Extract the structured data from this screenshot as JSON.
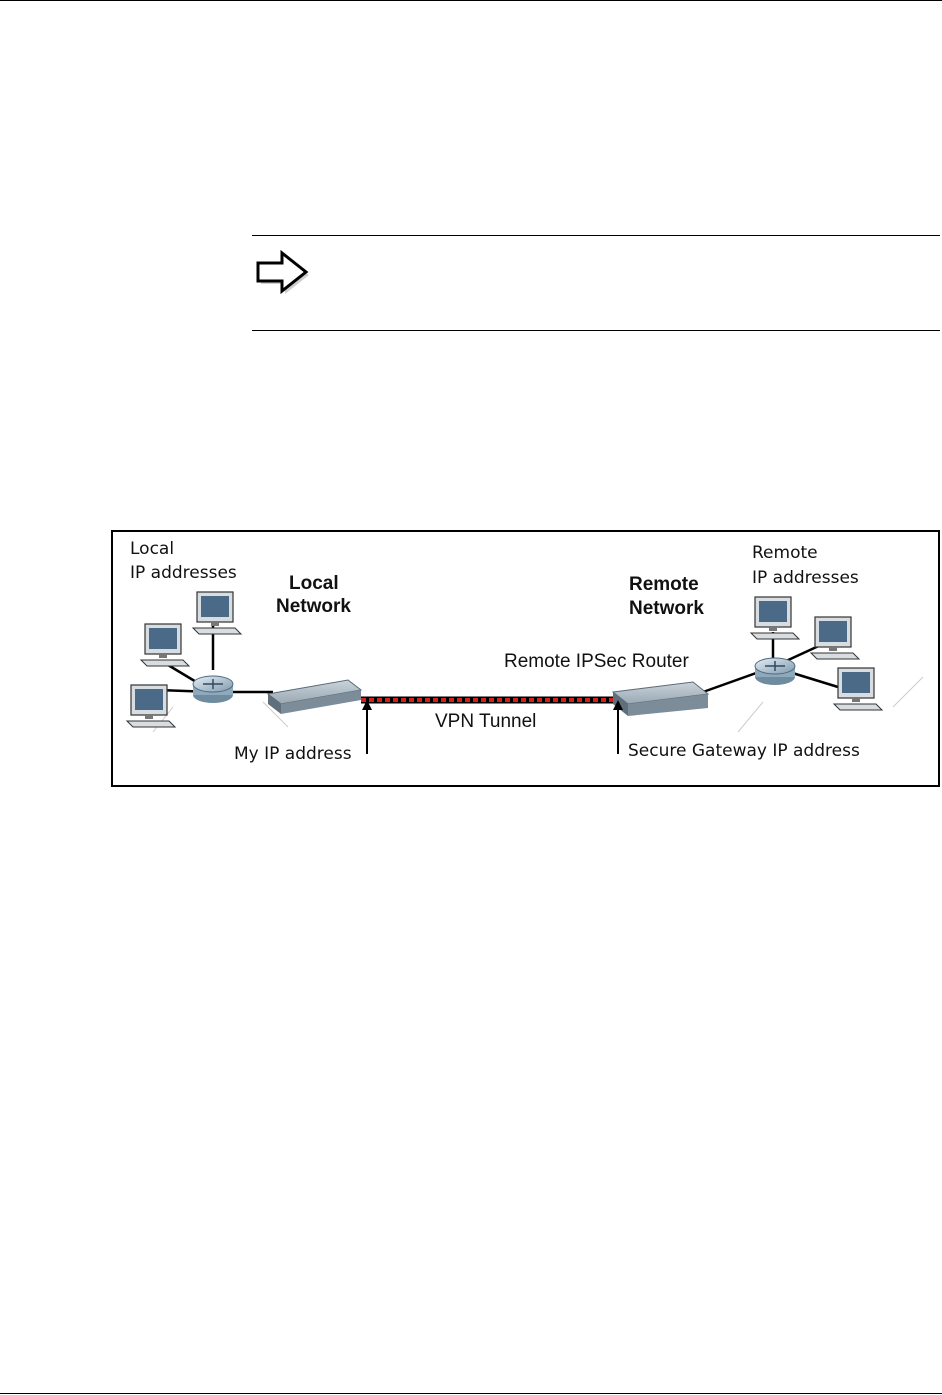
{
  "note": {
    "icon": "arrow-right-outline-icon"
  },
  "figure": {
    "labels": {
      "local_ip_line1": "Local",
      "local_ip_line2": "IP addresses",
      "local_network_line1": "Local",
      "local_network_line2": "Network",
      "remote_network_line1": "Remote",
      "remote_network_line2": "Network",
      "remote_ip_line1": "Remote",
      "remote_ip_line2": "IP addresses",
      "remote_router": "Remote IPSec Router",
      "vpn_tunnel": "VPN Tunnel",
      "my_ip": "My IP address",
      "secure_gateway_ip": "Secure Gateway IP address"
    },
    "colors": {
      "tunnel": "#d62020",
      "device": "#8a9aa6",
      "computer_screen": "#4a6a88"
    },
    "icons": [
      "computer-icon",
      "router-hub-icon",
      "vpn-gateway-device-icon"
    ]
  }
}
